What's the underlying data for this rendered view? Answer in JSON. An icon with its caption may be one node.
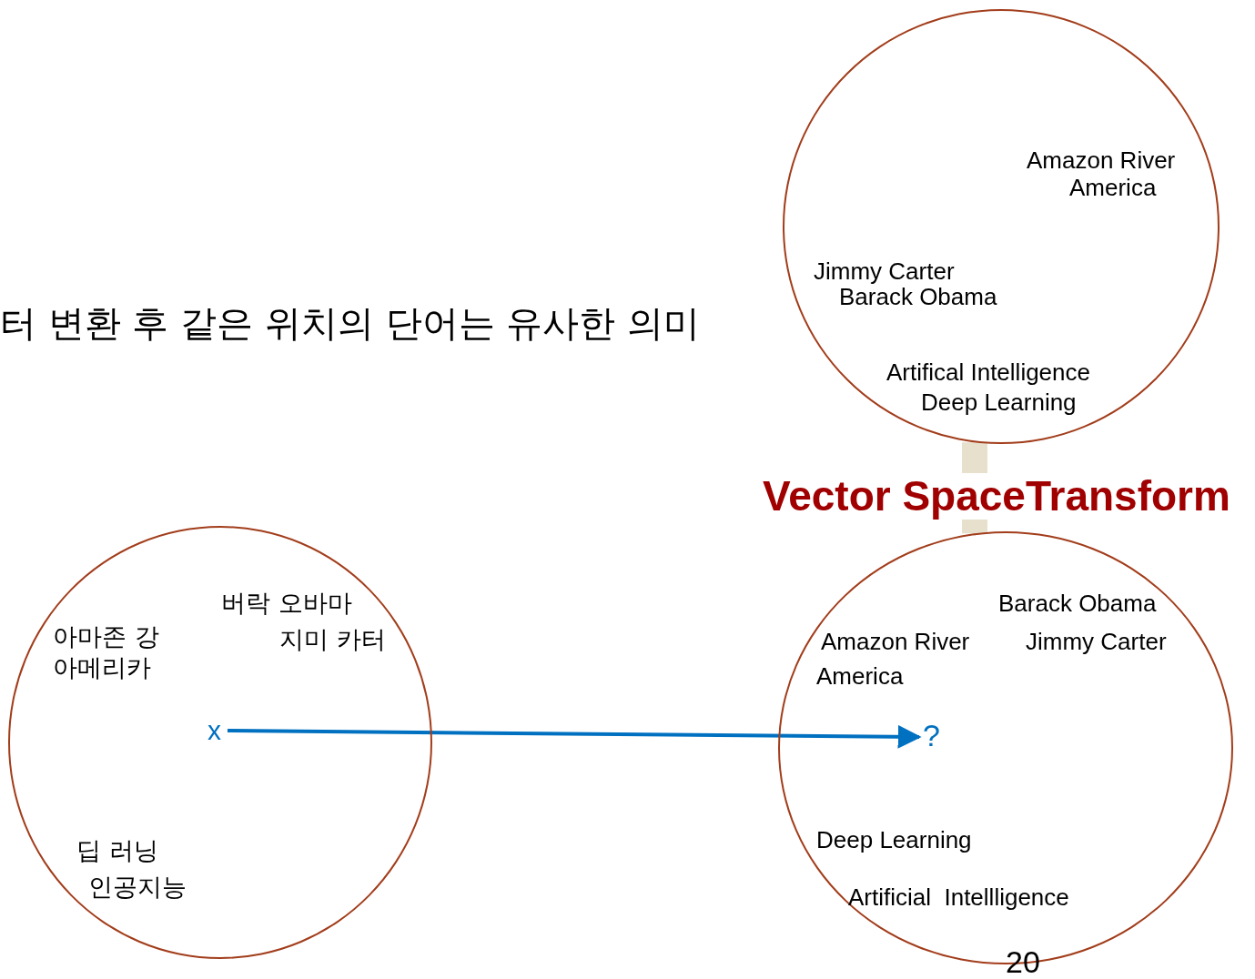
{
  "diagram": {
    "title": "터 변환 후 같은 위치의 단어는 유사한 의미",
    "nodes": [
      {
        "text": [
          "Amazon River",
          "America",
          "Jimmy Carter",
          "Barack Obama",
          "Artifical Intelligence",
          "Deep Learning"
        ]
      },
      {
        "text": [
          "버락 오바마",
          "지미 카터",
          "아마존 강",
          "아메리카",
          "딥 러닝",
          "인공지능"
        ]
      },
      {
        "text": [
          "x"
        ],
        "in": 1
      },
      {
        "text": [
          "Barack Obama",
          "Jimmy Carter",
          "Amazon River",
          "America",
          "Deep Learning",
          "Artificial  Intellligence"
        ]
      },
      {
        "text": [
          "?"
        ],
        "in": 3
      }
    ],
    "edges": [
      {
        "from": 2,
        "to": 4,
        "arrow": "to",
        "color": "#0070c0"
      },
      {
        "from": 0,
        "to": 3,
        "arrow": "to",
        "label": "Vector SpaceTransform",
        "style": "thick",
        "color": "#e6e0cc"
      }
    ],
    "labels": [
      "20"
    ]
  }
}
